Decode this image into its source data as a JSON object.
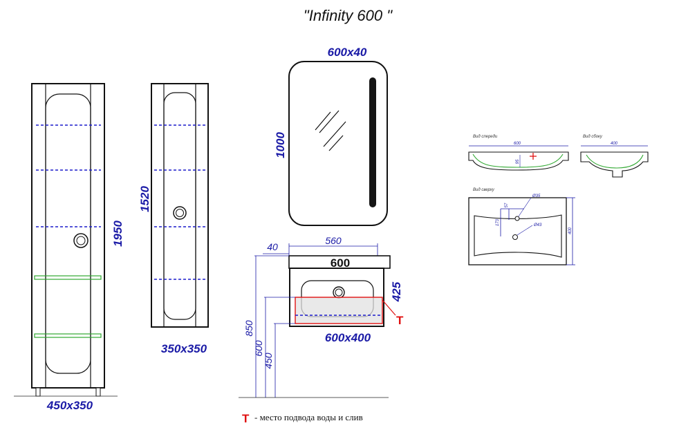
{
  "title": "\"Infinity 600 \"",
  "tall_cabinet": {
    "height_label": "1950",
    "footprint_label": "450x350"
  },
  "medium_cabinet": {
    "height_label": "1520",
    "footprint_label": "350x350"
  },
  "mirror": {
    "size_label": "600x40",
    "height_label": "1000"
  },
  "vanity": {
    "offset_label": "40",
    "inner_width_label": "560",
    "width_label": "600",
    "height_label": "425",
    "basin_label": "600x400",
    "install_height_label": "850",
    "height_600_label": "600",
    "height_450_label": "450",
    "marker": "T"
  },
  "legend": {
    "marker": "T",
    "text": "- место подвода воды и слив"
  },
  "sink_views": {
    "front_title": "Вид спереди",
    "front_width": "600",
    "front_depth": "95",
    "side_title": "Вид сбоку",
    "side_width": "400",
    "top_title": "Вид сверху",
    "top_depth": "400",
    "dim_57": "57",
    "dim_173": "173",
    "hole_35": "Ø35",
    "hole_43": "Ø43"
  },
  "colors": {
    "dimension_blue": "#1a1aa6",
    "shelf_blue": "#1a1acc",
    "glass_shelf_green": "#2fa830",
    "marker_red": "#e01010",
    "outline": "#111111"
  }
}
